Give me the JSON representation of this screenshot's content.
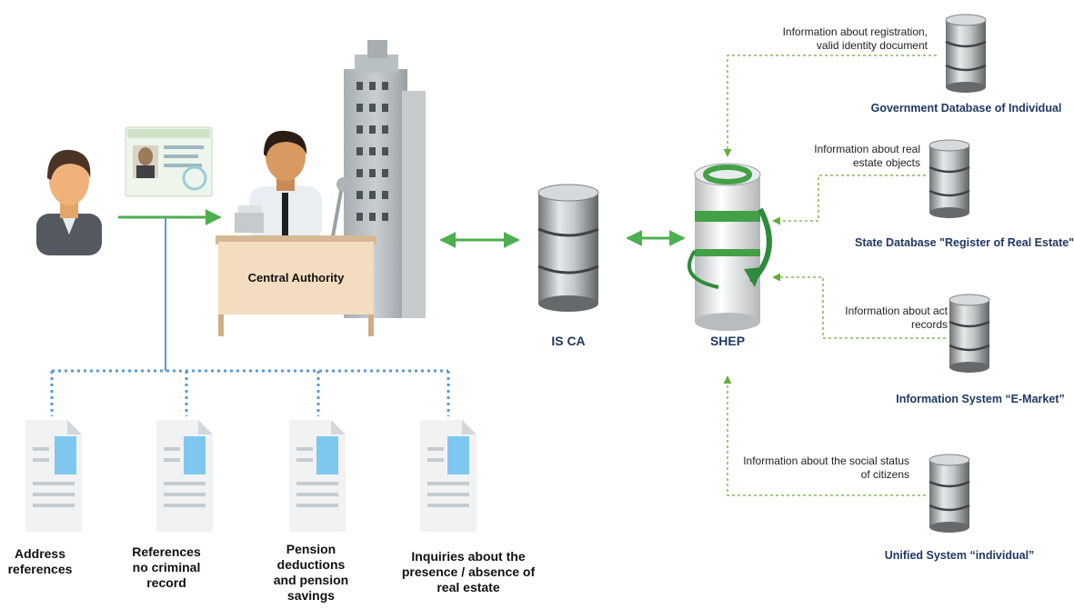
{
  "colors": {
    "arrow_green": "#4caf50",
    "dotted_blue": "#5b9bd5",
    "dashed_green": "#6aab3a",
    "caption_navy": "#1f3864",
    "desk_tan": "#f3dcbf",
    "building_grey": "#b9c0c4",
    "db_silver": "#9ea3a6",
    "doc_blue": "#7ec8f0"
  },
  "central": {
    "label": "Central Authority"
  },
  "isca": {
    "label": "IS CA"
  },
  "shep": {
    "label": "SHEP"
  },
  "documents": [
    {
      "id": "address",
      "label_lines": [
        "Address",
        "references"
      ]
    },
    {
      "id": "criminal",
      "label_lines": [
        "References",
        "no criminal",
        "record"
      ]
    },
    {
      "id": "pension",
      "label_lines": [
        "Pension",
        "deductions",
        "and pension",
        "savings"
      ]
    },
    {
      "id": "realestate",
      "label_lines": [
        "Inquiries about the",
        "presence / absence of",
        "real estate"
      ]
    }
  ],
  "sources": [
    {
      "id": "gov-db",
      "info_lines": [
        "Information about registration,",
        "valid identity document"
      ],
      "name": "Government Database of Individual"
    },
    {
      "id": "real-estate-db",
      "info_lines": [
        "Information about real",
        "estate objects"
      ],
      "name": "State Database \"Register of  Real Estate\""
    },
    {
      "id": "e-market",
      "info_lines": [
        "Information about act",
        "records"
      ],
      "name": "Information System “E-Market”"
    },
    {
      "id": "unified",
      "info_lines": [
        "Information about the social status",
        "of citizens"
      ],
      "name": "Unified System “individual”"
    }
  ]
}
